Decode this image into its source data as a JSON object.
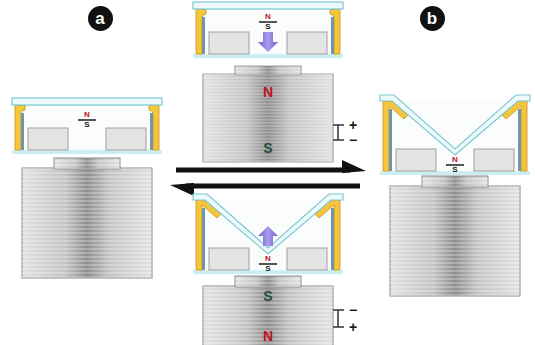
{
  "diagram": {
    "nodes": [
      {
        "text": [
          "a"
        ]
      },
      {
        "text": [
          "b"
        ]
      }
    ],
    "labels": [
      "N",
      "S",
      "N",
      "S",
      "+",
      "−",
      "N",
      "S",
      "N",
      "S",
      "N",
      "S",
      "S",
      "N",
      "−",
      "+"
    ]
  }
}
